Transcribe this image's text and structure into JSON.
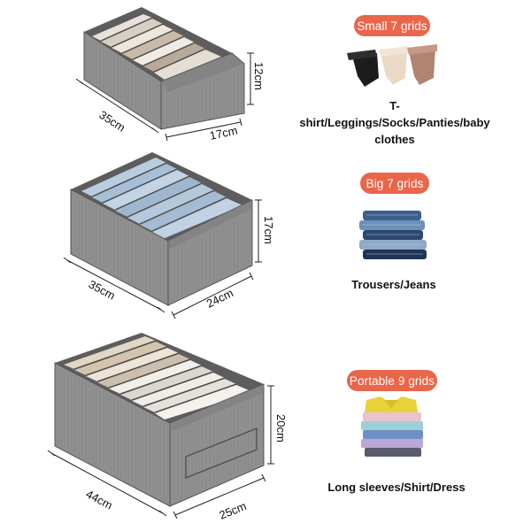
{
  "colors": {
    "pill": "#e9664a",
    "box": "#8e8e8e",
    "box_dark": "#6f6f6f",
    "divider": "#555555"
  },
  "products": [
    {
      "grid_label": "Small 7 grids",
      "use_text_line1": "T-shirt/Leggings/Socks/Panties/baby",
      "use_text_line2": "clothes",
      "dims": {
        "length": "35cm",
        "width": "17cm",
        "height": "12cm"
      },
      "illustration": "folded-socks-icon"
    },
    {
      "grid_label": "Big 7 grids",
      "use_text_line1": "Trousers/Jeans",
      "dims": {
        "length": "35cm",
        "width": "24cm",
        "height": "17cm"
      },
      "illustration": "jeans-stack-icon"
    },
    {
      "grid_label": "Portable 9 grids",
      "use_text_line1": "Long sleeves/Shirt/Dress",
      "dims": {
        "length": "44cm",
        "width": "25cm",
        "height": "20cm"
      },
      "illustration": "shirts-stack-icon"
    }
  ]
}
